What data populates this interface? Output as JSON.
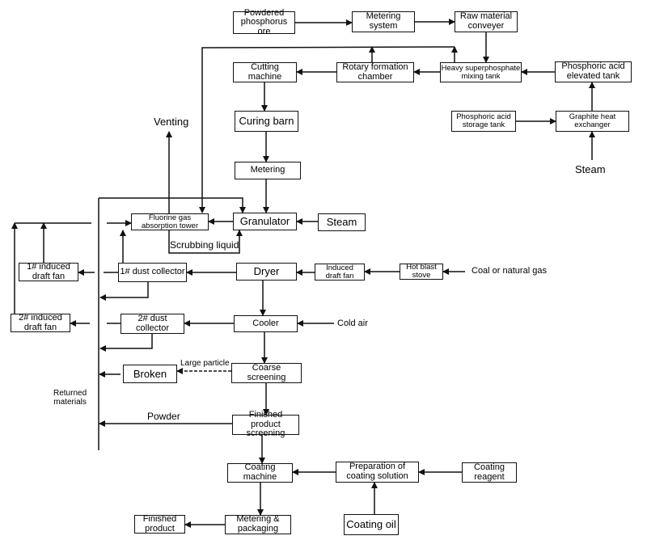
{
  "nodes": {
    "powdered_ore": "Powdered\nphosphorus ore",
    "metering_system": "Metering\nsystem",
    "raw_conveyer": "Raw material\nconveyer",
    "mixing_tank": "Heavy superphosphate\nmixing tank",
    "rotary_chamber": "Rotary formation\nchamber",
    "cutting_machine": "Cutting\nmachine",
    "elevated_tank": "Phosphoric acid\nelevated tank",
    "storage_tank": "Phosphoric acid\nstorage tank",
    "graphite_exchanger": "Graphite heat\nexchanger",
    "curing_barn": "Curing barn",
    "metering": "Metering",
    "granulator": "Granulator",
    "steam_box": "Steam",
    "fluorine_tower": "Fluorine gas\nabsorption tower",
    "fan1": "1# induced\ndraft fan",
    "dust1": "1# dust collector",
    "dryer": "Dryer",
    "induced_fan": "Induced\ndraft fan",
    "hot_blast": "Hot blast\nstove",
    "fan2": "2# induced\ndraft fan",
    "dust2": "2# dust\ncollector",
    "cooler": "Cooler",
    "broken": "Broken",
    "coarse": "Coarse\nscreening",
    "finished_screening": "Finished product\nscreening",
    "coating_machine": "Coating\nmachine",
    "coating_solution": "Preparation of\ncoating solution",
    "coating_reagent": "Coating\nreagent",
    "finished_product": "Finished\nproduct",
    "packaging": "Metering &\npackaging",
    "coating_oil": "Coating oil"
  },
  "labels": {
    "venting": "Venting",
    "steam_top": "Steam",
    "scrubbing": "Scrubbing liquid",
    "coal": "Coal or natural gas",
    "cold_air": "Cold air",
    "large_particle": "Large particle",
    "returned": "Returned\nmaterials",
    "powder": "Powder"
  },
  "colors": {
    "line": "#111111",
    "background": "#ffffff"
  }
}
